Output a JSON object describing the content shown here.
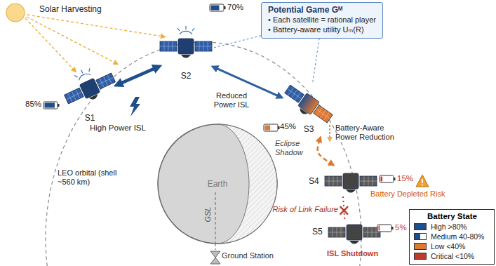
{
  "diagram": {
    "nodes": [
      {
        "text": [
          "S1"
        ]
      },
      {
        "text": [
          "S2"
        ]
      },
      {
        "text": [
          "S3"
        ]
      },
      {
        "text": [
          "S4"
        ]
      },
      {
        "text": [
          "S5"
        ]
      },
      {
        "text": [
          "Potential Game Gᴹ",
          "• Each satellite = rational player",
          "• Battery-aware utility Uₘ(R)"
        ]
      },
      {
        "text": [
          "Earth"
        ]
      },
      {
        "text": [
          "Ground Station"
        ]
      }
    ],
    "edges": [
      {
        "from": 0,
        "to": 1,
        "arrow": "both",
        "label": "High Power ISL"
      },
      {
        "from": 1,
        "to": 2,
        "arrow": "both",
        "label": "Reduced Power ISL"
      },
      {
        "from": 2,
        "to": 3,
        "arrow": "both"
      },
      {
        "from": 3,
        "to": 4,
        "arrow": "none",
        "label": "Risk of Link Failure"
      },
      {
        "from": 5,
        "to": 1,
        "arrow": "none"
      },
      {
        "from": 5,
        "to": 2,
        "arrow": "none"
      },
      {
        "from": 6,
        "to": 7,
        "arrow": "none",
        "label": "GSL"
      }
    ],
    "labels": [
      "Solar Harvesting",
      "85%",
      "70%",
      "45%",
      "Battery-Aware Power Reduction",
      "15%",
      "Battery Depleted Risk",
      "5%",
      "ISL Shutdown",
      "LEO orbital (shell ~560 km)",
      "Eclipse Shadow",
      "Battery State"
    ],
    "legend": [
      {
        "text": "High >80%",
        "color": "#1f4e8c"
      },
      {
        "text": "Medium 40-80%"
      },
      {
        "text": "Low <40%",
        "color": "#e0782f"
      },
      {
        "text": "Critical <10%",
        "color": "#c0392b"
      }
    ]
  }
}
